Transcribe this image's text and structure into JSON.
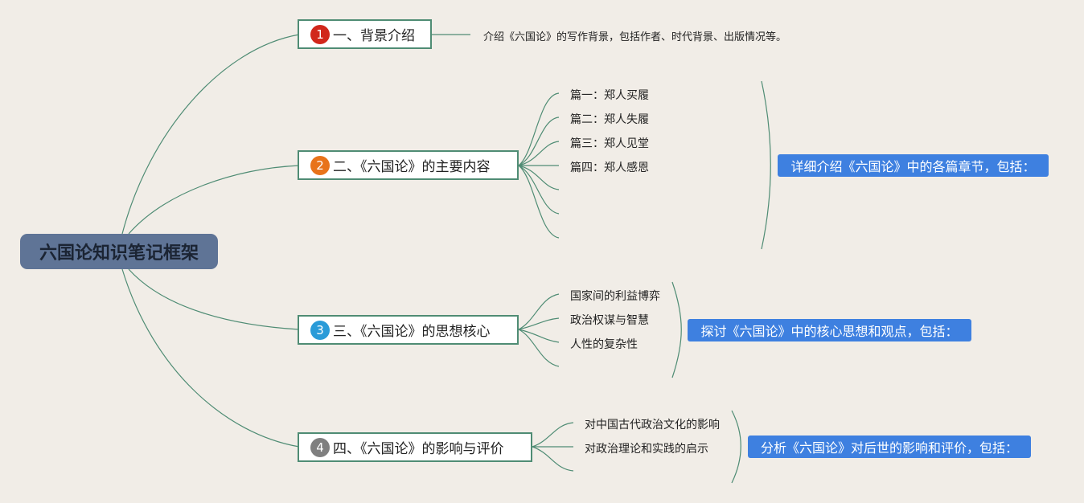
{
  "root": {
    "title": "六国论知识笔记框架"
  },
  "branches": [
    {
      "number": "1",
      "color": "#d1271b",
      "title": "一、背景介绍",
      "note": "介绍《六国论》的写作背景，包括作者、时代背景、出版情况等。"
    },
    {
      "number": "2",
      "color": "#e8731a",
      "title": "二、《六国论》的主要内容",
      "items": [
        "篇一：郑人买履",
        "篇二：郑人失履",
        "篇三：郑人见堂",
        "篇四：郑人感恩"
      ],
      "summary": "详细介绍《六国论》中的各篇章节，包括："
    },
    {
      "number": "3",
      "color": "#2a9bd8",
      "title": "三、《六国论》的思想核心",
      "items": [
        "国家间的利益博弈",
        "政治权谋与智慧",
        "人性的复杂性"
      ],
      "summary": "探讨《六国论》中的核心思想和观点，包括："
    },
    {
      "number": "4",
      "color": "#7f7f7f",
      "title": "四、《六国论》的影响与评价",
      "items": [
        "对中国古代政治文化的影响",
        "对政治理论和实践的启示"
      ],
      "summary": "分析《六国论》对后世的影响和评价，包括："
    }
  ]
}
